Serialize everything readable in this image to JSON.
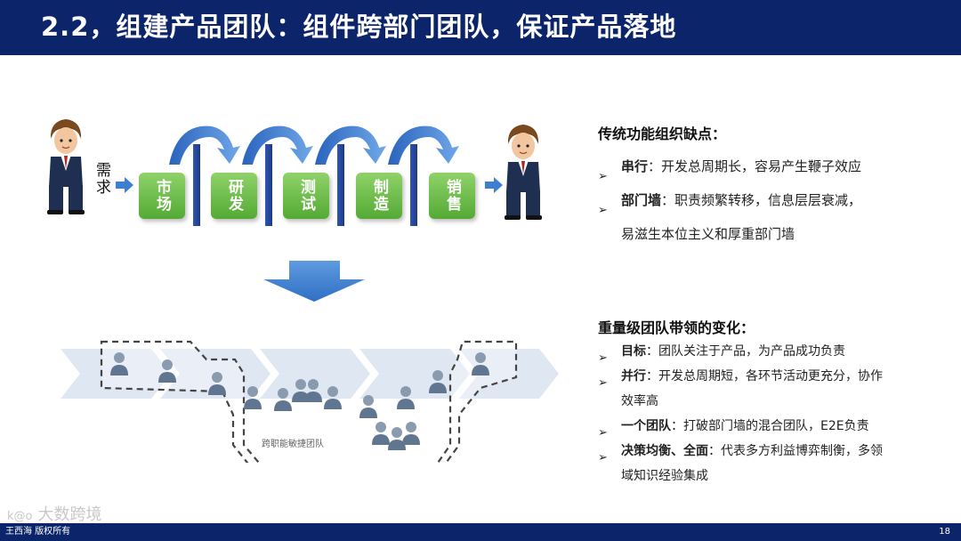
{
  "header": {
    "title": "2.2，组建产品团队：组件跨部门团队，保证产品落地"
  },
  "diagram": {
    "demand_label": "需求",
    "stages": [
      "市场",
      "研发",
      "测试",
      "制造",
      "销售"
    ],
    "team_label": "跨职能敏捷团队",
    "colors": {
      "stage_green": "#5cb338",
      "wall_blue": "#2f56b2",
      "arrow_blue": "#3f7fd0",
      "band_blue": "#dfe7f3"
    }
  },
  "section1": {
    "title": "传统功能组织缺点：",
    "items": [
      {
        "bold": "串行",
        "text": "：开发总周期长，容易产生鞭子效应"
      },
      {
        "bold": "部门墙",
        "text": "：职责频繁转移，信息层层衰减，",
        "cont": "易滋生本位主义和厚重部门墙"
      }
    ]
  },
  "section2": {
    "title": "重量级团队带领的变化：",
    "items": [
      {
        "bold": "目标",
        "text": "：团队关注于产品，为产品成功负责"
      },
      {
        "bold": "并行",
        "text": "：开发总周期短，各环节活动更充分，协作",
        "cont": "效率高"
      },
      {
        "bold": "一个团队",
        "text": "：打破部门墙的混合团队，E2E负责"
      },
      {
        "bold": "决策均衡、全面",
        "text": "：代表多方利益博弈制衡，多领",
        "cont": "域知识经验集成"
      }
    ]
  },
  "bullet_marker": "➢",
  "footer": {
    "copyright": "王西海 版权所有",
    "page": "18",
    "watermark": "大数跨境",
    "watermark_logo": "k@o"
  }
}
